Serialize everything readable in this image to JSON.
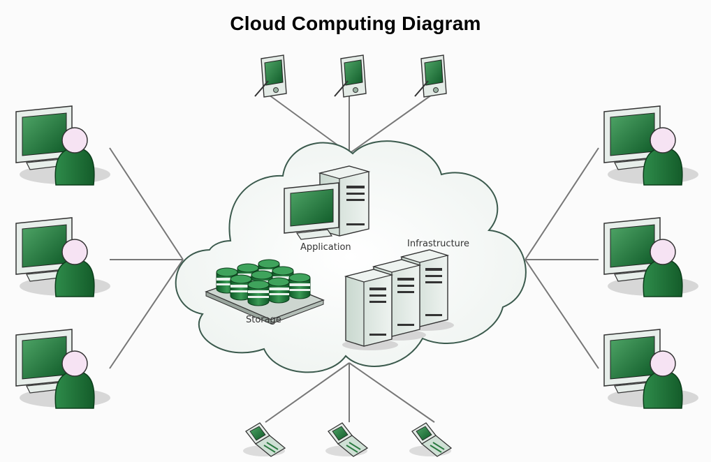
{
  "title": "Cloud Computing Diagram",
  "labels": {
    "application": "Application",
    "infrastructure": "Infrastructure",
    "storage": "Storage"
  },
  "nodes": {
    "top": [
      "pda",
      "pda",
      "pda"
    ],
    "left": [
      "user-workstation",
      "user-workstation",
      "user-workstation"
    ],
    "right": [
      "user-workstation",
      "user-workstation",
      "user-workstation"
    ],
    "bottom": [
      "flip-phone",
      "flip-phone",
      "flip-phone"
    ]
  },
  "colors": {
    "screen_green": "#1a6e34",
    "person_green": "#1f7a3a",
    "cloud_stroke": "#3b5a4d",
    "line": "#777777"
  }
}
